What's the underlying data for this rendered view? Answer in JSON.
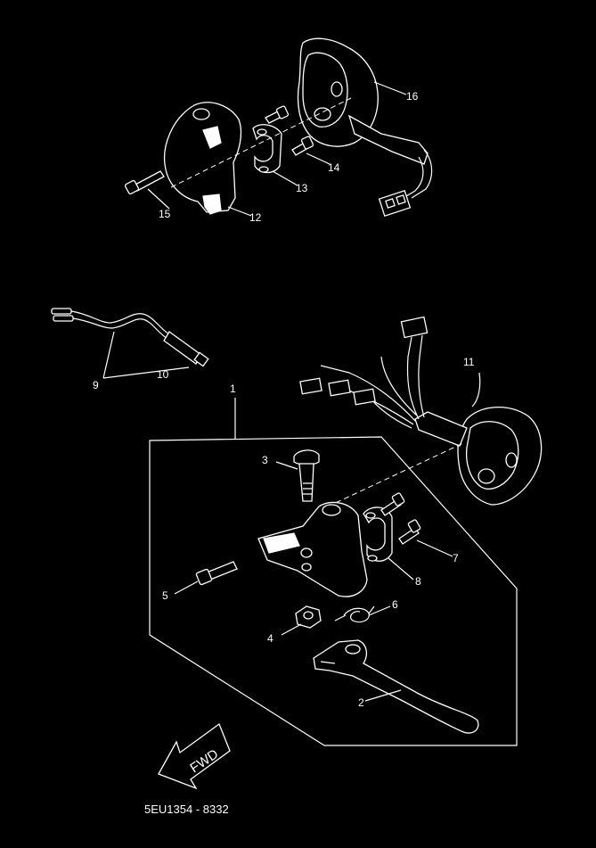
{
  "callouts": {
    "c1": "1",
    "c2": "2",
    "c3": "3",
    "c4": "4",
    "c5": "5",
    "c6": "6",
    "c7": "7",
    "c8": "8",
    "c9": "9",
    "c10": "10",
    "c11": "11",
    "c12": "12",
    "c13": "13",
    "c14": "14",
    "c15": "15",
    "c16": "16"
  },
  "fwd_label": "FWD",
  "part_code": "5EU1354 - 8332",
  "colors": {
    "background": "#000000",
    "line": "#ffffff"
  }
}
